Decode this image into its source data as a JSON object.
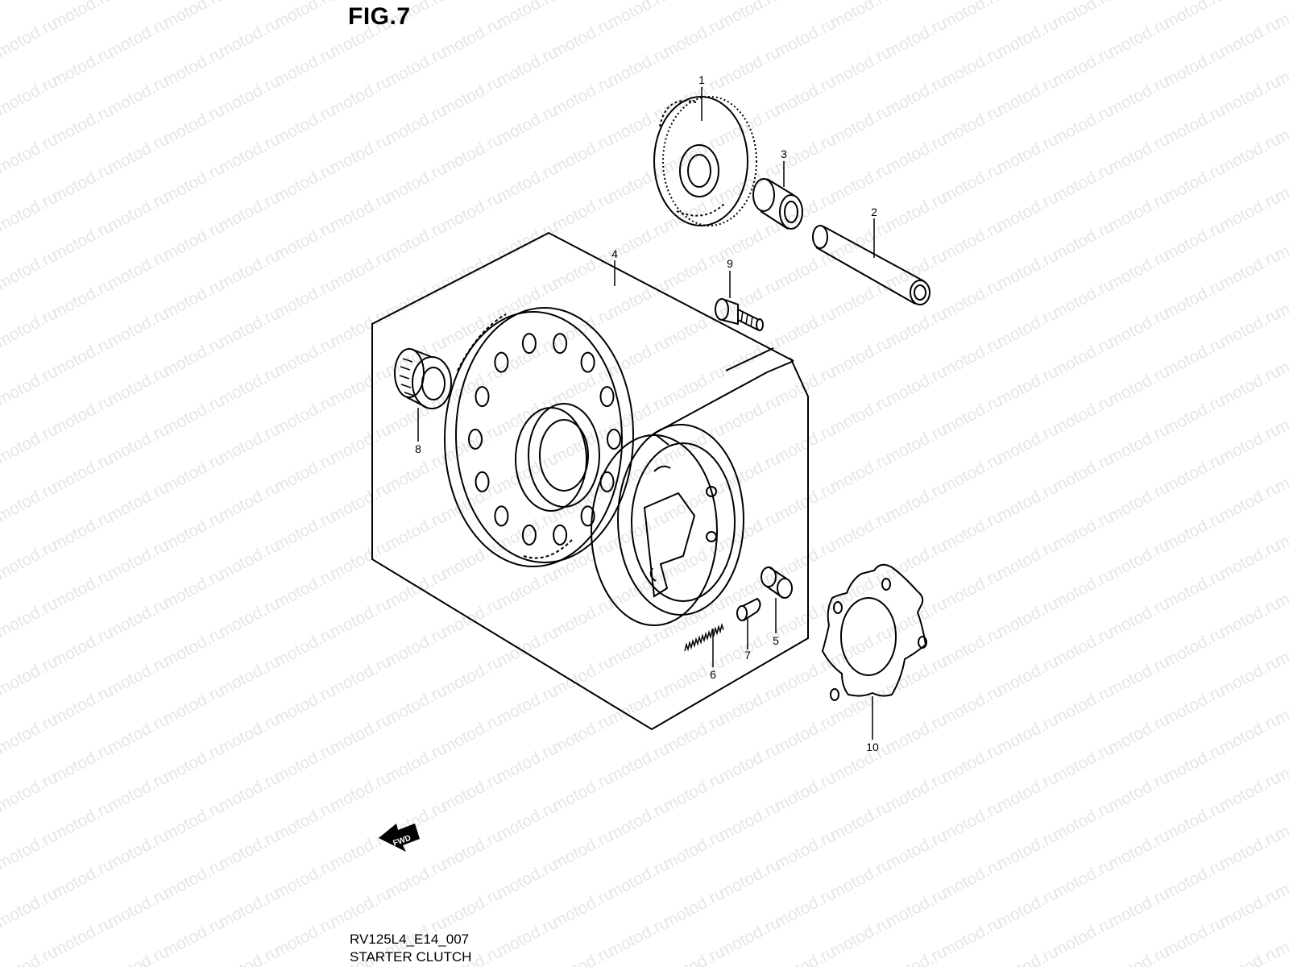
{
  "figure": {
    "title": "FIG.7",
    "code": "RV125L4_E14_007",
    "caption": "STARTER CLUTCH",
    "direction_label": "FWD"
  },
  "watermark": {
    "text": "motod.ru",
    "color": "#e6e6e6"
  },
  "callouts": [
    "1",
    "2",
    "3",
    "4",
    "5",
    "6",
    "7",
    "8",
    "9",
    "10"
  ],
  "parts": [
    {
      "ref": "1",
      "icon": "idle-gear-icon"
    },
    {
      "ref": "2",
      "icon": "shaft-icon"
    },
    {
      "ref": "3",
      "icon": "bushing-icon"
    },
    {
      "ref": "4",
      "icon": "starter-clutch-assembly-icon"
    },
    {
      "ref": "5",
      "icon": "roller-icon"
    },
    {
      "ref": "6",
      "icon": "spring-icon"
    },
    {
      "ref": "7",
      "icon": "plunger-icon"
    },
    {
      "ref": "8",
      "icon": "needle-bearing-icon"
    },
    {
      "ref": "9",
      "icon": "bolt-icon"
    },
    {
      "ref": "10",
      "icon": "washer-icon"
    }
  ]
}
